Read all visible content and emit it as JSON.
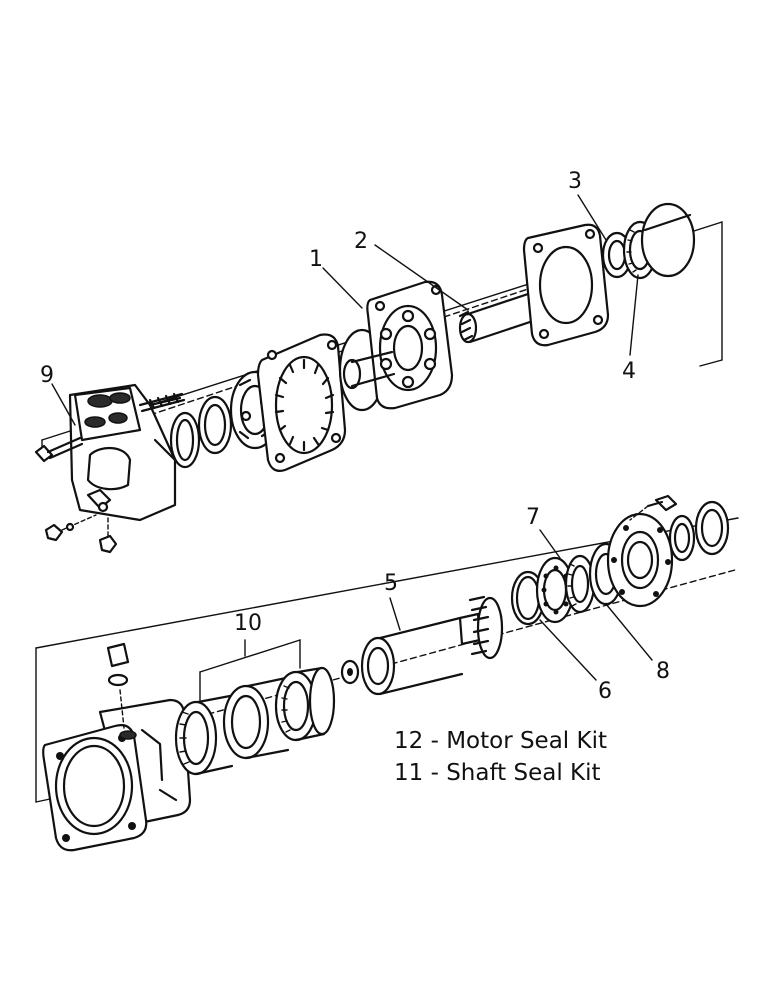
{
  "callouts": {
    "c1": "1",
    "c2": "2",
    "c3": "3",
    "c4": "4",
    "c5": "5",
    "c6": "6",
    "c7": "7",
    "c8": "8",
    "c9": "9",
    "c10": "10"
  },
  "kits": {
    "motor_seal_kit": "12 - Motor Seal Kit",
    "shaft_seal_kit": "11 - Shaft Seal Kit"
  }
}
